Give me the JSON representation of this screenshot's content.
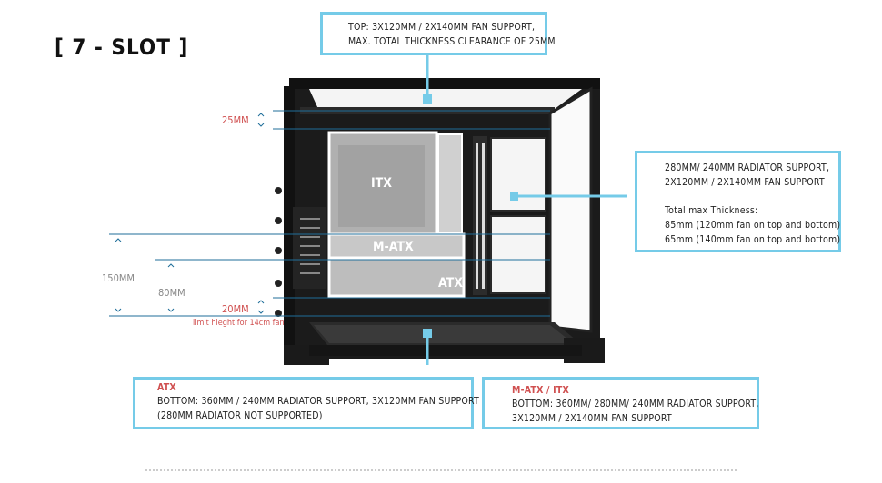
{
  "slot_title": "[ 7 - SLOT ]",
  "top_callout": {
    "line1": "TOP: 3X120MM / 2X140MM FAN SUPPORT,",
    "line2": "MAX. TOTAL THICKNESS CLEARANCE OF 25MM"
  },
  "right_callout": {
    "line1": "280MM/ 240MM RADIATOR SUPPORT,",
    "line2": "2X120MM / 2X140MM FAN SUPPORT",
    "line3": "Total max Thickness:",
    "line4": "85mm (120mm fan on top and bottom)",
    "line5": "65mm (140mm fan on top and bottom)"
  },
  "atx_callout": {
    "heading": "ATX",
    "line1": "BOTTOM: 360MM / 240MM RADIATOR SUPPORT, 3X120MM  FAN SUPPORT",
    "line2": "(280MM RADIATOR NOT SUPPORTED)"
  },
  "matx_callout": {
    "heading": "M-ATX / ITX",
    "line1": "BOTTOM: 360MM/ 280MM/ 240MM RADIATOR SUPPORT,",
    "line2": "3X120MM / 2X140MM FAN SUPPORT"
  },
  "boards": {
    "itx": "ITX",
    "matx": "M-ATX",
    "atx": "ATX"
  },
  "dimensions": {
    "top_clearance": "25MM",
    "bottom_clearance": "20MM",
    "limit_note": "limit hieght for 14cm fan",
    "h150": "150MM",
    "h80": "80MM"
  },
  "colors": {
    "accent": "#75cbe8",
    "warning_red": "#d05050",
    "case_black": "#1a1a1a"
  }
}
